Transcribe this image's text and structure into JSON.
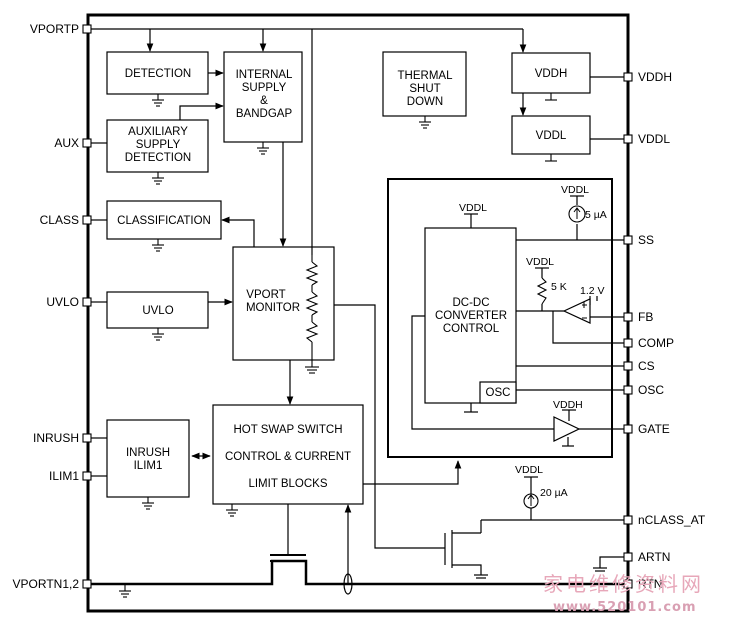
{
  "pins_left": {
    "vportp": "VPORTP",
    "aux": "AUX",
    "class": "CLASS",
    "uvlo": "UVLO",
    "inrush": "INRUSH",
    "ilim1": "ILIM1",
    "vportn": "VPORTN1,2"
  },
  "pins_right": {
    "vddh": "VDDH",
    "vddl": "VDDL",
    "ss": "SS",
    "fb": "FB",
    "comp": "COMP",
    "cs": "CS",
    "osc": "OSC",
    "gate": "GATE",
    "nclass_at": "nCLASS_AT",
    "artn": "ARTN",
    "rtn": "RTN"
  },
  "blocks": {
    "detection": "DETECTION",
    "internal_supply": [
      "INTERNAL",
      "SUPPLY",
      "&",
      "BANDGAP"
    ],
    "aux_detection": [
      "AUXILIARY",
      "SUPPLY",
      "DETECTION"
    ],
    "classification": "CLASSIFICATION",
    "uvlo": "UVLO",
    "vport_monitor": [
      "VPORT",
      "MONITOR"
    ],
    "thermal": [
      "THERMAL",
      "SHUT",
      "DOWN"
    ],
    "vddh": "VDDH",
    "vddl": "VDDL",
    "inrush": [
      "INRUSH",
      "ILIM1"
    ],
    "hot_swap": [
      "HOT SWAP SWITCH",
      "CONTROL & CURRENT",
      "LIMIT BLOCKS"
    ],
    "dcdc": [
      "DC-DC",
      "CONVERTER",
      "CONTROL"
    ],
    "osc": "OSC"
  },
  "internal_labels": {
    "vddl_dcdc": "VDDL",
    "vddl_ss": "VDDL",
    "current_5ua": "5 µA",
    "vddl_fb": "VDDL",
    "resistor_5k": "5 K",
    "ref_1v2": "1.2 V",
    "vddh_gate": "VDDH",
    "vddl_nclass": "VDDL",
    "current_20ua": "20 µA"
  },
  "watermark": {
    "cn": "家电维修资料网",
    "url": "www.520101.com"
  }
}
